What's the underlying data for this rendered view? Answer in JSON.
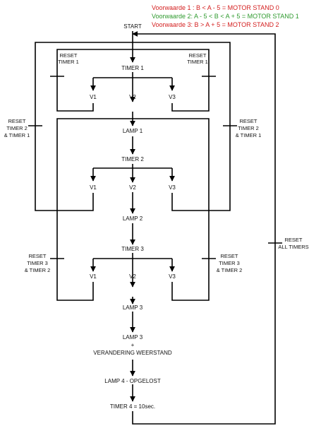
{
  "conditions": [
    {
      "text": "Voorwaarde 1 : B < A - 5 = MOTOR STAND 0",
      "color": "#d42020"
    },
    {
      "text": "Voorwaarde 2: A - 5 < B < A + 5 = MOTOR STAND 1",
      "color": "#2e9a2e"
    },
    {
      "text": "Voorwaarde 3: B > A + 5 = MOTOR STAND 2",
      "color": "#d42020"
    }
  ],
  "colors": {
    "line": "#000000",
    "red": "#d42020",
    "green": "#2e9a2e",
    "text": "#111111"
  },
  "nodes": {
    "start": "START",
    "timer1": "TIMER 1",
    "timer2": "TIMER 2",
    "timer3": "TIMER 3",
    "lamp1": "LAMP 1",
    "lamp2": "LAMP 2",
    "lamp3": "LAMP 3",
    "lamp3b": "LAMP 3",
    "plus": "+",
    "weerstand": "VERANDERING WEERSTAND",
    "lamp4": "LAMP 4 - OPGELOST",
    "timer4": "TIMER 4 = 10sec."
  },
  "branches": {
    "v1": "V1",
    "v2": "V2",
    "v3": "V3"
  },
  "resets": {
    "reset": "RESET",
    "timer1": "TIMER 1",
    "timer2_timer1": [
      "TIMER 2",
      "& TIMER 1"
    ],
    "timer3_timer2": [
      "TIMER 3",
      "& TIMER 2"
    ],
    "all_timers": "ALL TIMERS"
  }
}
